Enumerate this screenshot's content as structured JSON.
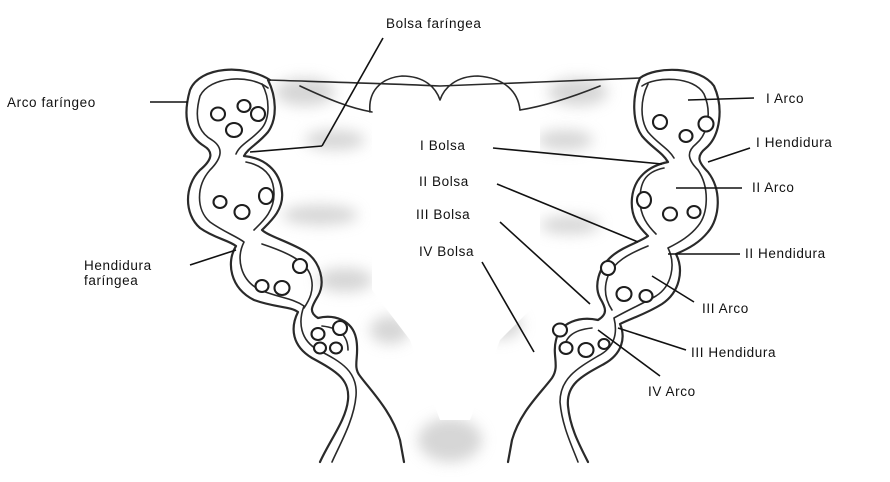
{
  "labels": {
    "bolsa_faringea": "Bolsa faríngea",
    "arco_faringeo": "Arco faríngeo",
    "hendidura_faringea_1": "Hendidura",
    "hendidura_faringea_2": "faríngea",
    "i_bolsa": "I Bolsa",
    "ii_bolsa": "II Bolsa",
    "iii_bolsa": "III Bolsa",
    "iv_bolsa": "IV Bolsa",
    "i_arco": "I Arco",
    "i_hendidura": "I Hendidura",
    "ii_arco": "II Arco",
    "ii_hendidura": "II Hendidura",
    "iii_arco": "III Arco",
    "iii_hendidura": "III Hendidura",
    "iv_arco": "IV Arco"
  },
  "colors": {
    "line": "#111111",
    "shading": "#cfcfcf",
    "background": "#ffffff"
  }
}
